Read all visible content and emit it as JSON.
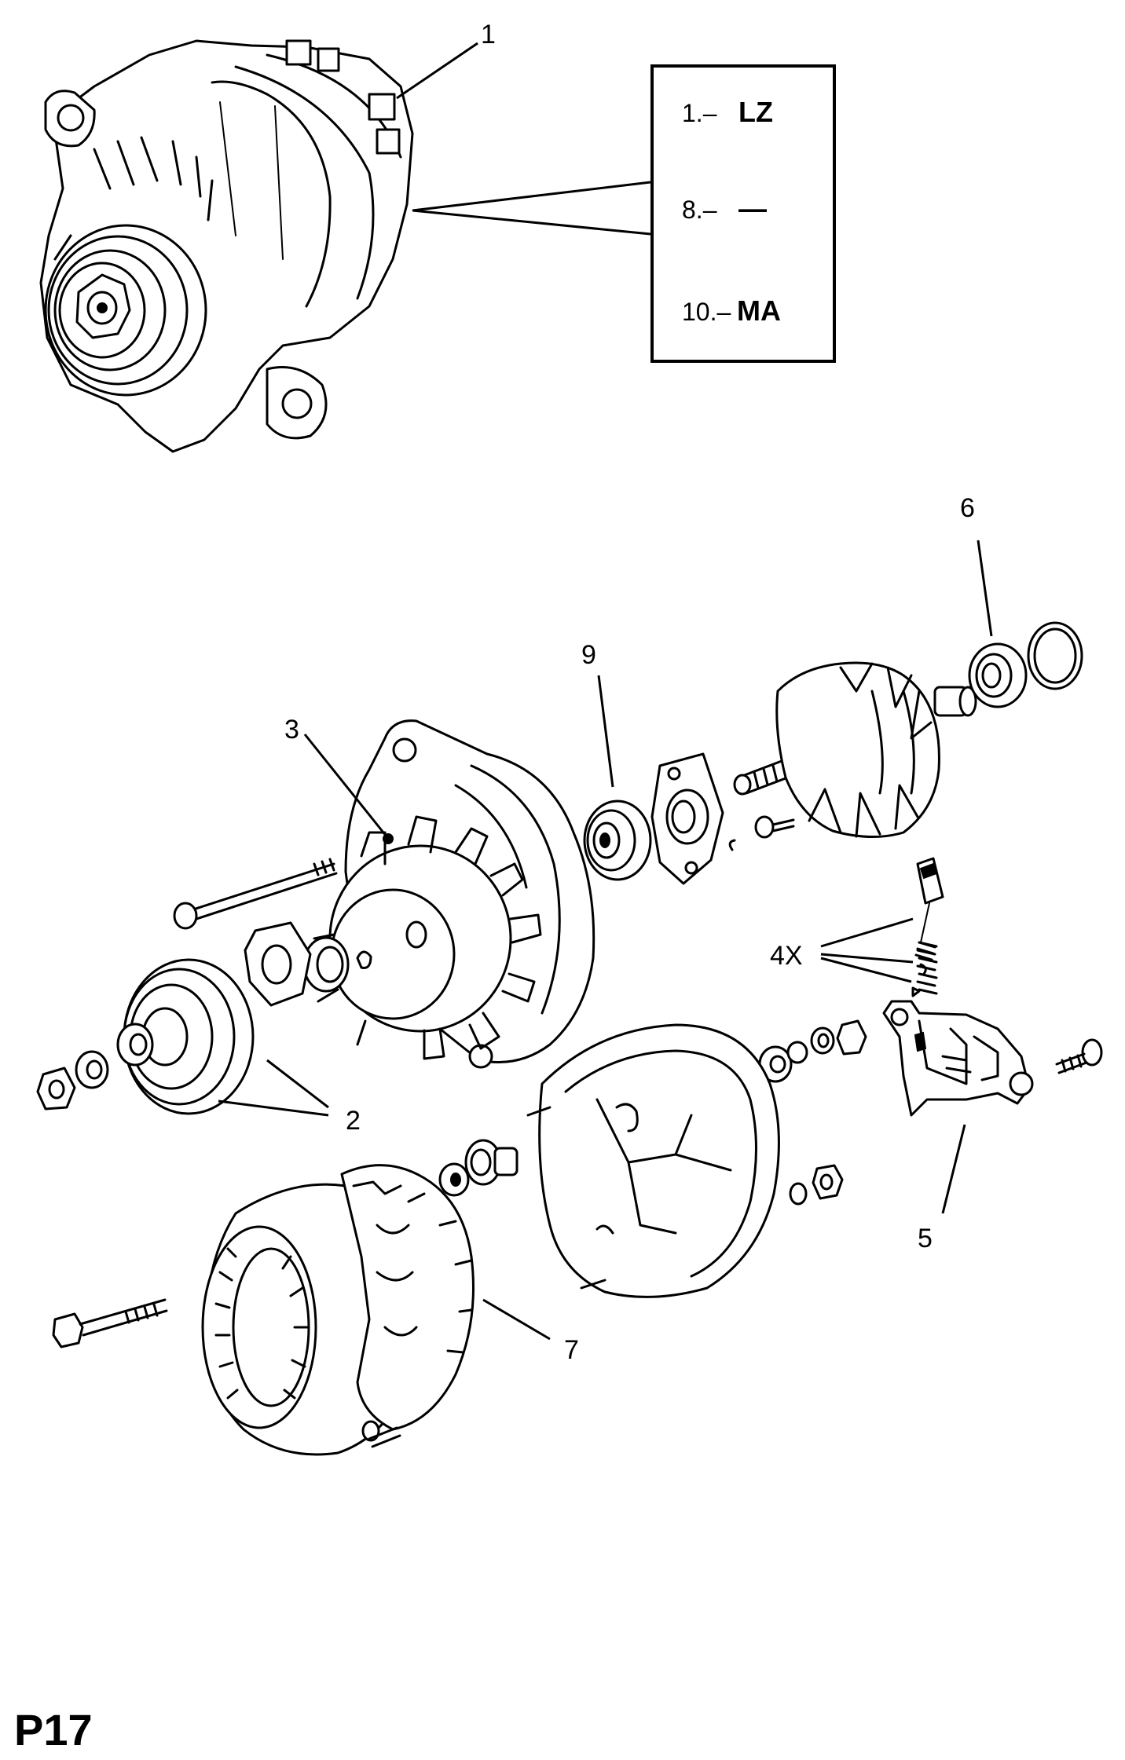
{
  "callouts": {
    "c1": "1",
    "c2": "2",
    "c3": "3",
    "c4": "4X",
    "c5": "5",
    "c6": "6",
    "c7": "7",
    "c9": "9"
  },
  "code_box": {
    "row1": {
      "num": "1.–",
      "code": "LZ"
    },
    "row2": {
      "num": "8.–",
      "code": "—"
    },
    "row3": {
      "num": "10.–",
      "code": "MA"
    }
  },
  "page_label": "P17"
}
